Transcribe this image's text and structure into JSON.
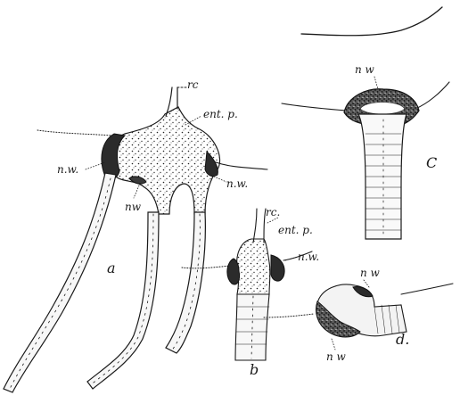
{
  "figure": {
    "labels": {
      "rc_a": "rc",
      "ent_p_a": "ent. p.",
      "nw_a_left": "n.w.",
      "nw_a_center": "nw",
      "nw_a_right": "n.w.",
      "letter_a": "a",
      "rc_b": "rc.",
      "ent_p_b": "ent. p.",
      "nw_b": "n.w.",
      "letter_b": "b",
      "nw_c": "n w",
      "letter_c": "C",
      "nw_d_top": "n w",
      "nw_d_bottom": "n w",
      "letter_d": "d."
    }
  }
}
